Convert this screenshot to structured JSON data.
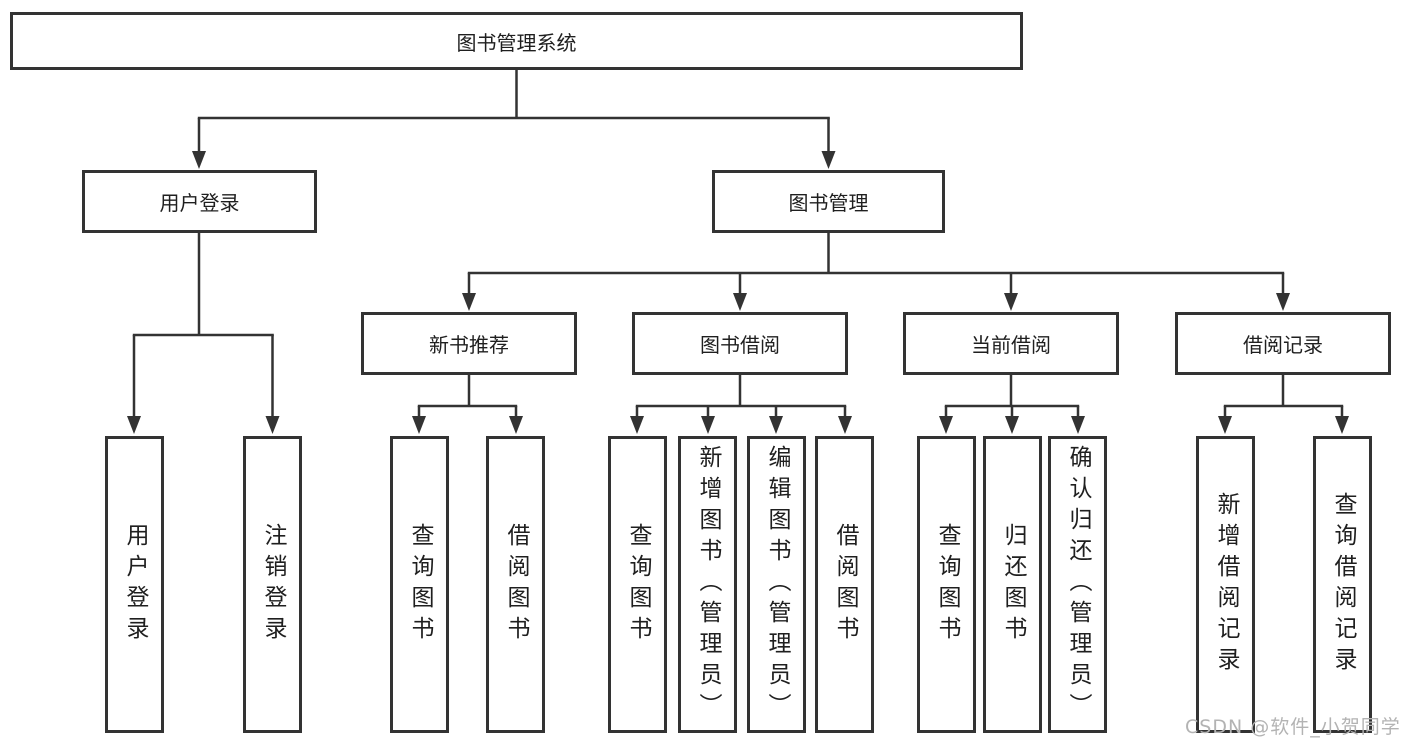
{
  "tree": {
    "root": "图书管理系统",
    "level2": [
      {
        "label": "用户登录",
        "children": [
          "用户登录",
          "注销登录"
        ]
      },
      {
        "label": "图书管理",
        "branches": [
          {
            "label": "新书推荐",
            "children": [
              "查询图书",
              "借阅图书"
            ]
          },
          {
            "label": "图书借阅",
            "children": [
              "查询图书",
              "新增图书（管理员）",
              "编辑图书（管理员）",
              "借阅图书"
            ]
          },
          {
            "label": "当前借阅",
            "children": [
              "查询图书",
              "归还图书",
              "确认归还（管理员）"
            ]
          },
          {
            "label": "借阅记录",
            "children": [
              "新增借阅记录",
              "查询借阅记录"
            ]
          }
        ]
      }
    ]
  },
  "watermark": {
    "text": "CSDN @软件_小贺同学"
  },
  "colors": {
    "line": "#333333",
    "box_border": "#333333",
    "text": "#1f1f1f",
    "watermark": "#b3b3b3",
    "background": "#ffffff"
  }
}
